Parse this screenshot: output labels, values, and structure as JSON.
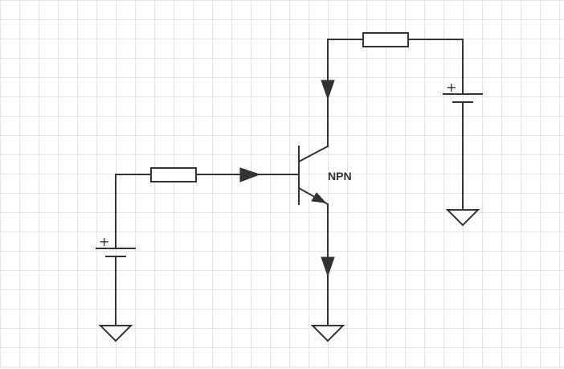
{
  "diagram": {
    "transistor_label": "NPN",
    "battery_plus_sign": "+",
    "colors": {
      "line": "#333333",
      "grid": "#e6e6e6",
      "background": "#ffffff"
    },
    "components": {
      "transistor": "npn-transistor",
      "resistors": [
        "base-resistor",
        "collector-resistor"
      ],
      "batteries": [
        "base-battery",
        "collector-battery"
      ],
      "grounds": [
        "base-ground",
        "emitter-ground",
        "collector-ground"
      ],
      "current_arrows": [
        "base-current-arrow",
        "collector-current-arrow",
        "emitter-current-arrow"
      ]
    }
  }
}
